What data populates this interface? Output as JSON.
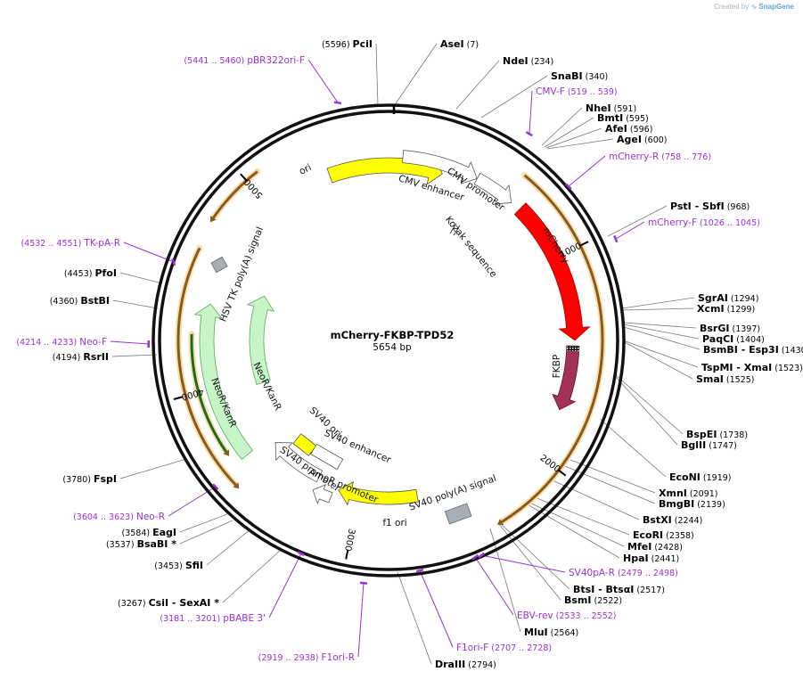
{
  "credit": {
    "prefix": "Created by",
    "brand": "SnapGene"
  },
  "plasmid": {
    "name": "mCherry-FKBP-TPD52",
    "size_label": "5654 bp",
    "length": 5654
  },
  "colors": {
    "ori": "#ffff00",
    "mCherry": "#ff0000",
    "FKBP": "#a3325b",
    "NeoR": "#c8f5c8",
    "f1ori": "#ffff00",
    "SV40ori": "#ffff00",
    "polyA": "#a8aeb4",
    "primer": "#9b30d9",
    "orange_track": "#e8a23c",
    "green_track": "#1f8a1f"
  },
  "ticks": [
    {
      "bp": 1000,
      "label": "1000"
    },
    {
      "bp": 2000,
      "label": "2000"
    },
    {
      "bp": 3000,
      "label": "3000"
    },
    {
      "bp": 4000,
      "label": "4000"
    },
    {
      "bp": 5000,
      "label": "5000"
    }
  ],
  "enzymes": [
    {
      "name": "AseI",
      "pos": "(7)"
    },
    {
      "name": "NdeI",
      "pos": "(234)"
    },
    {
      "name": "SnaBI",
      "pos": "(340)"
    },
    {
      "name": "NheI",
      "pos": "(591)"
    },
    {
      "name": "BmtI",
      "pos": "(595)"
    },
    {
      "name": "AfeI",
      "pos": "(596)"
    },
    {
      "name": "AgeI",
      "pos": "(600)"
    },
    {
      "name": "PstI",
      "sep": "- ",
      "name2": "SbfI",
      "pos": "(968)"
    },
    {
      "name": "SgrAI",
      "pos": "(1294)"
    },
    {
      "name": "XcmI",
      "pos": "(1299)"
    },
    {
      "name": "BsrGI",
      "pos": "(1397)"
    },
    {
      "name": "PaqCI",
      "pos": "(1404)"
    },
    {
      "name": "BsmBI",
      "sep": "- ",
      "name2": "Esp3I",
      "pos": "(1430)"
    },
    {
      "name": "TspMI",
      "sep": "- ",
      "name2": "XmaI",
      "pos": "(1523)"
    },
    {
      "name": "SmaI",
      "pos": "(1525)"
    },
    {
      "name": "BspEI",
      "pos": "(1738)"
    },
    {
      "name": "BglII",
      "pos": "(1747)"
    },
    {
      "name": "EcoNI",
      "pos": "(1919)"
    },
    {
      "name": "XmnI",
      "pos": "(2091)"
    },
    {
      "name": "BmgBI",
      "pos": "(2139)"
    },
    {
      "name": "BstXI",
      "pos": "(2244)"
    },
    {
      "name": "EcoRI",
      "pos": "(2358)"
    },
    {
      "name": "MfeI",
      "pos": "(2428)"
    },
    {
      "name": "HpaI",
      "pos": "(2441)"
    },
    {
      "name": "BtsI",
      "sep": "- ",
      "name2": "BtsαI",
      "pos": "(2517)"
    },
    {
      "name": "BsmI",
      "pos": "(2522)"
    },
    {
      "name": "MluI",
      "pos": "(2564)"
    },
    {
      "name": "DraIII",
      "pos": "(2794)"
    },
    {
      "name": "CsiI",
      "sep": "- ",
      "name2": "SexAI",
      "star": "*",
      "pos": "(3267)"
    },
    {
      "name": "SfiI",
      "pos": "(3453)"
    },
    {
      "name": "BsaBI",
      "star": "*",
      "pos": "(3537)"
    },
    {
      "name": "EagI",
      "pos": "(3584)"
    },
    {
      "name": "FspI",
      "pos": "(3780)"
    },
    {
      "name": "RsrII",
      "pos": "(4194)"
    },
    {
      "name": "BstBI",
      "pos": "(4360)"
    },
    {
      "name": "PfoI",
      "pos": "(4453)"
    },
    {
      "name": "PciI",
      "pos": "(5596)"
    }
  ],
  "primers": [
    {
      "name": "CMV-F",
      "pos": "(519 .. 539)"
    },
    {
      "name": "mCherry-R",
      "pos": "(758 .. 776)"
    },
    {
      "name": "mCherry-F",
      "pos": "(1026 .. 1045)"
    },
    {
      "name": "SV40pA-R",
      "pos": "(2479 .. 2498)"
    },
    {
      "name": "EBV-rev",
      "pos": "(2533 .. 2552)"
    },
    {
      "name": "F1ori-F",
      "pos": "(2707 .. 2728)"
    },
    {
      "name": "F1ori-R",
      "pos": "(2919 .. 2938)"
    },
    {
      "name": "pBABE 3'",
      "pos": "(3181 .. 3201)"
    },
    {
      "name": "Neo-R",
      "pos": "(3604 .. 3623)"
    },
    {
      "name": "Neo-F",
      "pos": "(4214 .. 4233)"
    },
    {
      "name": "TK-pA-R",
      "pos": "(4532 .. 4551)"
    },
    {
      "name": "pBR322ori-F",
      "pos": "(5441 .. 5460)"
    }
  ],
  "features": [
    {
      "name": "ori",
      "start": 5345,
      "end": 5935,
      "direction": "forward"
    },
    {
      "name": "CMV enhancer",
      "start": 70,
      "end": 450,
      "direction": "forward"
    },
    {
      "name": "CMV promoter",
      "start": 451,
      "end": 655,
      "direction": "forward"
    },
    {
      "name": "Kozak sequence",
      "start": 690,
      "end": 700,
      "direction": "none"
    },
    {
      "name": "mCherry",
      "start": 706,
      "end": 1413,
      "direction": "forward"
    },
    {
      "name": "FKBP",
      "start": 1440,
      "end": 1760,
      "direction": "forward"
    },
    {
      "name": "SV40 poly(A) signal",
      "start": 2470,
      "end": 2592,
      "direction": "none"
    },
    {
      "name": "f1 ori",
      "start": 2663,
      "end": 3118,
      "direction": "forward"
    },
    {
      "name": "AmpR promoter",
      "start": 3145,
      "end": 3249,
      "direction": "forward"
    },
    {
      "name": "SV40 promoter",
      "start": 3250,
      "end": 3580,
      "direction": "forward"
    },
    {
      "name": "SV40 enhancer",
      "start": 3300,
      "end": 3480,
      "direction": "none"
    },
    {
      "name": "SV40 ori",
      "start": 3430,
      "end": 3566,
      "direction": "none"
    },
    {
      "name": "NeoR/KanR",
      "start": 3628,
      "end": 4422,
      "direction": "forward"
    },
    {
      "name": "HSV TK poly(A) signal",
      "start": 4640,
      "end": 4660,
      "direction": "none"
    }
  ]
}
